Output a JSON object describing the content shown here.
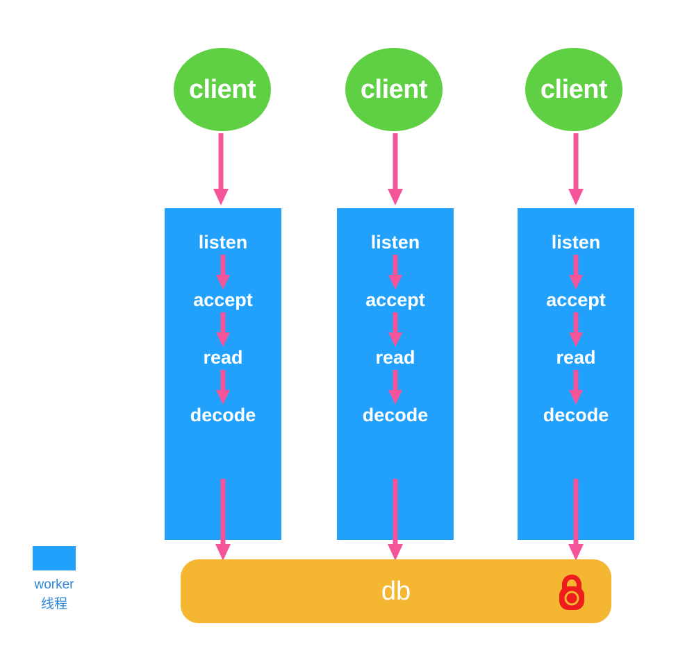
{
  "diagram": {
    "title": "multi-threaded server handling clients with shared db lock",
    "colors": {
      "client_green": "#5FD044",
      "worker_blue": "#21A1FB",
      "db_orange": "#F5B731",
      "arrow_pink": "#F4559A",
      "lock_red": "#EE1C1C",
      "legend_text_blue": "#2E86D6",
      "label_white": "#FFFFFF",
      "background": "#FFFFFF"
    },
    "clients": [
      {
        "label": "client"
      },
      {
        "label": "client"
      },
      {
        "label": "client"
      }
    ],
    "workers": [
      {
        "steps": [
          "listen",
          "accept",
          "read",
          "decode"
        ]
      },
      {
        "steps": [
          "listen",
          "accept",
          "read",
          "decode"
        ]
      },
      {
        "steps": [
          "listen",
          "accept",
          "read",
          "decode"
        ]
      }
    ],
    "db": {
      "label": "db",
      "lock_icon": "lock-icon"
    },
    "legend": {
      "swatch_color": "#21A1FB",
      "line1": "worker",
      "line2": "线程"
    }
  }
}
